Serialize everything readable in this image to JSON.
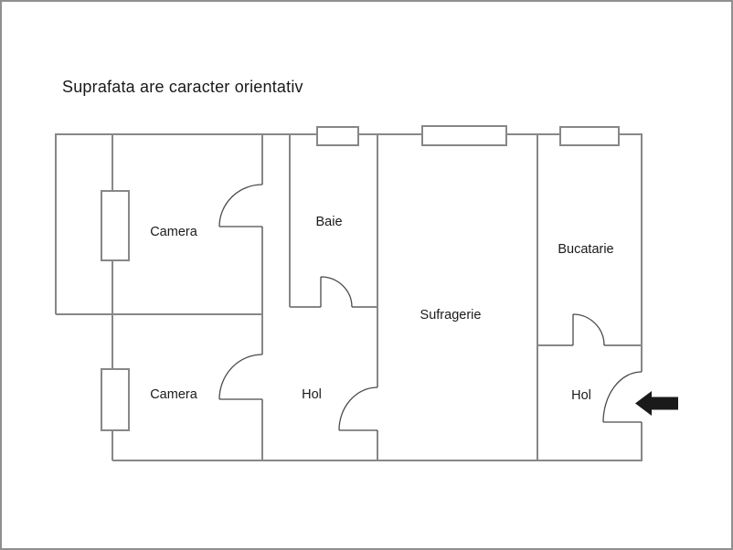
{
  "title": "Suprafata are caracter orientativ",
  "rooms": [
    {
      "id": "camera-1",
      "label": "Camera"
    },
    {
      "id": "baie",
      "label": "Baie"
    },
    {
      "id": "sufragerie",
      "label": "Sufragerie"
    },
    {
      "id": "bucatarie",
      "label": "Bucatarie"
    },
    {
      "id": "camera-2",
      "label": "Camera"
    },
    {
      "id": "hol-1",
      "label": "Hol"
    },
    {
      "id": "hol-2",
      "label": "Hol"
    }
  ],
  "entrance": {
    "arrow_direction": "left"
  },
  "counts": {
    "windows": 5,
    "doors": 6
  },
  "colors": {
    "background": "#ffffff",
    "frame": "#8f8f8f",
    "wall": "#878787",
    "door": "#4a4a4a",
    "text": "#1a1a1a",
    "arrow": "#1a1a1a"
  }
}
